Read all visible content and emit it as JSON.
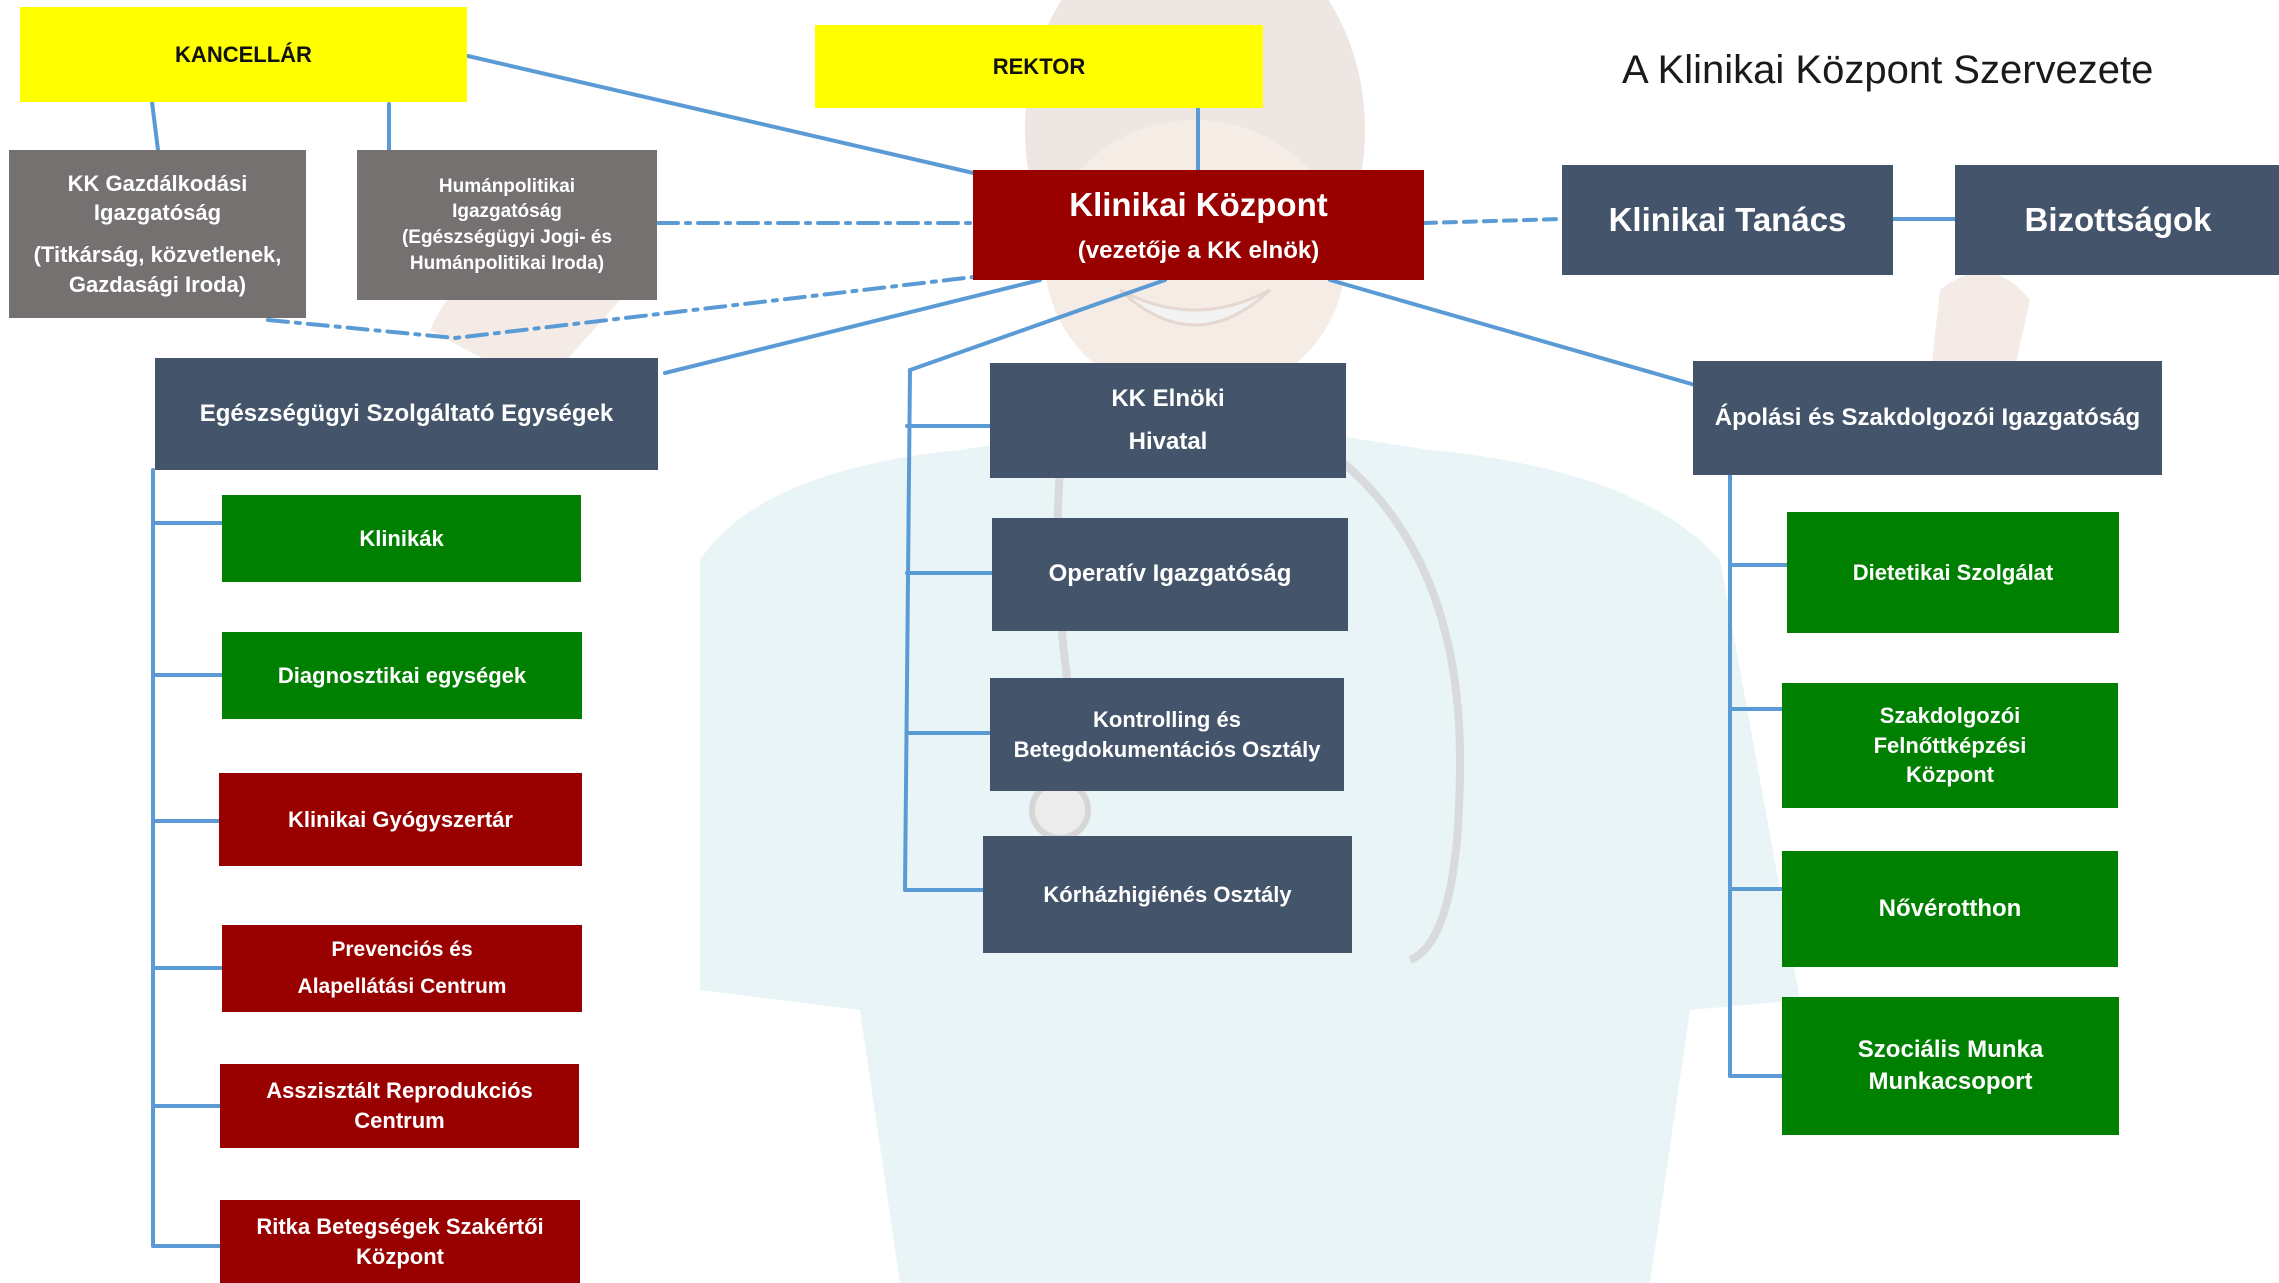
{
  "title": "A Klinikai Központ Szervezete",
  "colors": {
    "yellow": "#ffff00",
    "gray": "#767171",
    "red": "#990000",
    "navy": "#44546a",
    "green": "#008000",
    "connector": "#5b9bd5"
  },
  "top": {
    "kancellar": "KANCELLÁR",
    "rektor": "REKTOR"
  },
  "kk_gazdalkodasi": {
    "line1": "KK Gazdálkodási",
    "line2": "Igazgatóság",
    "line3": "(Titkárság, közvetlenek,",
    "line4": "Gazdasági Iroda)"
  },
  "humanpolitikai": {
    "line1": "Humánpolitikai",
    "line2": "Igazgatóság",
    "line3": "(Egészségügyi Jogi- és",
    "line4": "Humánpolitikai Iroda)"
  },
  "klinikai_kozpont": {
    "title": "Klinikai Központ",
    "subtitle": "(vezetője a KK elnök)"
  },
  "klinikai_tanacs": "Klinikai Tanács",
  "bizottsagok": "Bizottságok",
  "left_branch": {
    "header": "Egészségügyi Szolgáltató Egységek",
    "items": [
      {
        "line1": "Klinikák",
        "line2": ""
      },
      {
        "line1": "Diagnosztikai egységek",
        "line2": ""
      },
      {
        "line1": "Klinikai Gyógyszertár",
        "line2": ""
      },
      {
        "line1": "Prevenciós és",
        "line2": "Alapellátási Centrum"
      },
      {
        "line1": "Asszisztált Reprodukciós",
        "line2": "Centrum"
      },
      {
        "line1": "Ritka Betegségek Szakértői",
        "line2": "Központ"
      }
    ]
  },
  "center_branch": {
    "items": [
      {
        "line1": "KK Elnöki",
        "line2": "Hivatal"
      },
      {
        "line1": "Operatív Igazgatóság",
        "line2": ""
      },
      {
        "line1": "Kontrolling és",
        "line2": "Betegdokumentációs Osztály"
      },
      {
        "line1": "Kórházhigiénés Osztály",
        "line2": ""
      }
    ]
  },
  "right_branch": {
    "header": "Ápolási és Szakdolgozói Igazgatóság",
    "items": [
      {
        "line1": "Dietetikai Szolgálat",
        "line2": "",
        "line3": ""
      },
      {
        "line1": "Szakdolgozói",
        "line2": "Felnőttképzési",
        "line3": "Központ"
      },
      {
        "line1": "Nővérotthon",
        "line2": "",
        "line3": ""
      },
      {
        "line1": "Szociális Munka",
        "line2": "Munkacsoport",
        "line3": ""
      }
    ]
  }
}
